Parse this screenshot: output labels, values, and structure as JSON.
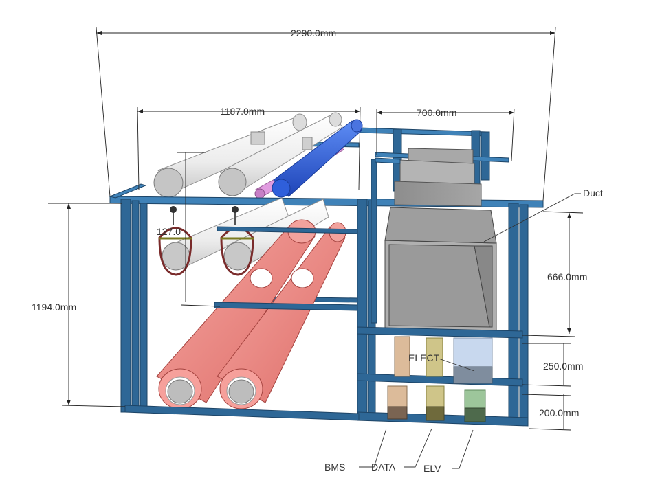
{
  "dimensions": {
    "overall_width": "2290.0mm",
    "pipe_rack_width": "1187.0mm",
    "duct_bay_width": "700.0mm",
    "overall_height": "1194.0mm",
    "duct_height": "666.0mm",
    "tray_upper_height": "250.0mm",
    "tray_lower_height": "200.0mm",
    "partial_hidden_label": "127.0"
  },
  "labels": {
    "duct": "Duct",
    "elect": "ELECT",
    "bms": "BMS",
    "data": "DATA",
    "elv": "ELV"
  },
  "colors": {
    "frame": "#2e6796",
    "white_pipe": "#f3f3f3",
    "pink_pipe": "#ee8682",
    "blue_pipe": "#2d5fe0",
    "magenta_pipe": "#e19ce0",
    "duct": "#9a9a9a",
    "bms_tray": "#dcbb9a",
    "data_tray": "#cfc589",
    "elv_tray": "#9dc69b",
    "elect_tray": "#b8cde8"
  }
}
